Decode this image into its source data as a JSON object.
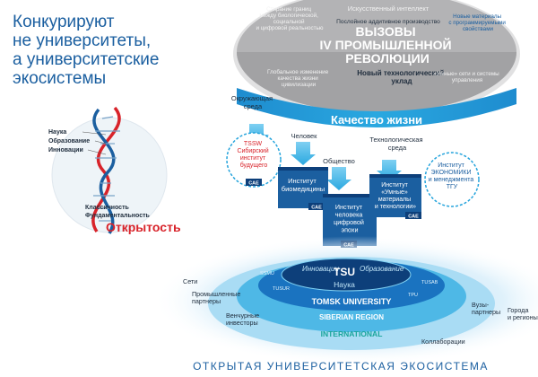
{
  "headline": [
    "Конкурируют",
    "не университеты,",
    "а университетские",
    "экосистемы"
  ],
  "dna": {
    "labels_top": [
      "Наука",
      "Образование",
      "Инновации"
    ],
    "labels_bottom": [
      "Классичность",
      "Фундаментальность"
    ],
    "openness": "Открытость"
  },
  "top_disc": {
    "items": [
      {
        "lines": [
          "Стирание границ",
          "между биологической,",
          "социальной",
          "и цифровой реальностью"
        ]
      },
      {
        "lines": [
          "Искусственный интеллект"
        ]
      },
      {
        "lines": [
          "Послойное аддитивное производство"
        ]
      },
      {
        "lines": [
          "Новые материалы",
          "с программируемыми",
          "свойствами"
        ]
      },
      {
        "lines": [
          "Глобальное изменение",
          "качества жизни",
          "цивилизации"
        ]
      },
      {
        "lines": [
          "Новый технологический",
          "уклад"
        ]
      },
      {
        "lines": [
          "«Умные» сети и системы",
          "управления"
        ]
      }
    ],
    "title": [
      "ВЫЗОВЫ",
      "IV ПРОМЫШЛЕННОЙ",
      "РЕВОЛЮЦИИ"
    ]
  },
  "quality_band": "Качество жизни",
  "arrows": {
    "env": [
      "Окружающая",
      "среда"
    ],
    "person": "Человек",
    "society": "Общество",
    "tech": [
      "Технологическая",
      "среда"
    ]
  },
  "institutes": {
    "tssw": [
      "TSSW",
      "Сибирский",
      "институт",
      "будущего"
    ],
    "biomed": [
      "Институт",
      "биомедицины"
    ],
    "digital": [
      "Институт",
      "человека",
      "цифровой",
      "эпохи"
    ],
    "smart": [
      "Институт",
      "«Умные»",
      "материалы",
      "и технологии»"
    ],
    "econ": [
      "Институт",
      "ЭКОНОМИКИ",
      "и менеджмента",
      "ТГУ"
    ],
    "cae": "CAE"
  },
  "ecosystem": {
    "ring_inner_left": "Инновации",
    "ring_inner_right": "Образование",
    "tsu": "TSU",
    "science": "Наука",
    "tomsk": "TOMSK UNIVERSITY",
    "siberian": "SIBERIAN REGION",
    "international": "INTERNATIONAL",
    "small": [
      "SSMU",
      "TUSUR",
      "TPU",
      "TUSAB"
    ],
    "outer": {
      "networks": "Сети",
      "industrial": [
        "Промышленные",
        "партнеры"
      ],
      "venture": [
        "Венчурные",
        "инвесторы"
      ],
      "universities": [
        "Вузы-",
        "партнеры"
      ],
      "cities": [
        "Города",
        "и регионы"
      ],
      "collab": "Коллаборации"
    },
    "caption": "ОТКРЫТАЯ УНИВЕРСИТЕТСКАЯ ЭКОСИСТЕМА"
  },
  "colors": {
    "primary_blue": "#1b5fa0",
    "dark_blue": "#0d3f7a",
    "red": "#d8232a",
    "cyan": "#23a3dc",
    "green_teal": "#1aa59b",
    "grey_disc": "#a9a9ab",
    "light_blue": "#c7e7f8"
  }
}
